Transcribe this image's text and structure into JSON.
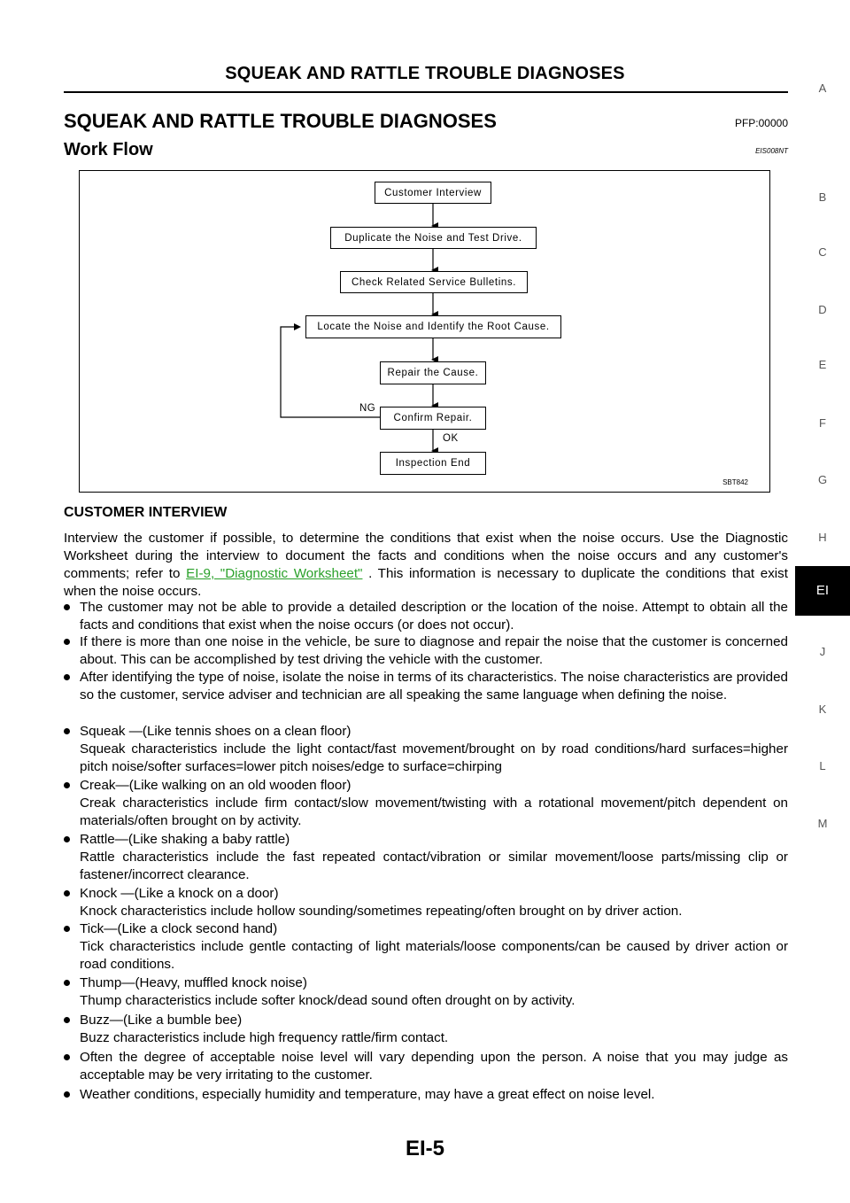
{
  "header": {
    "running_title": "SQUEAK AND RATTLE TROUBLE DIAGNOSES"
  },
  "section": {
    "title": "SQUEAK AND RATTLE TROUBLE DIAGNOSES",
    "code": "PFP:00000"
  },
  "subsection": {
    "title": "Work Flow",
    "code": "EIS008NT"
  },
  "flowchart": {
    "steps": [
      "Customer Interview",
      "Duplicate the Noise and Test Drive.",
      "Check Related Service Bulletins.",
      "Locate the Noise and Identify the Root Cause.",
      "Repair the Cause.",
      "Confirm Repair.",
      "Inspection End"
    ],
    "ng_label": "NG",
    "ok_label": "OK",
    "figure_code": "SBT842"
  },
  "customer_interview": {
    "heading": "CUSTOMER INTERVIEW",
    "intro_before_link": "Interview the customer if possible, to determine the conditions that exist when the noise occurs. Use the Diagnostic Worksheet during the interview to document the facts and conditions when the noise occurs and any customer's comments; refer to",
    "link_text": "EI-9, \"Diagnostic Worksheet\"",
    "intro_after_link": ". This information is necessary to duplicate the conditions that exist when the noise occurs.",
    "bullets": [
      {
        "lines": [
          "The customer may not be able to provide a detailed description or the location of the noise. Attempt to obtain all the facts and conditions that exist when the noise occurs (or does not occur)."
        ]
      },
      {
        "lines": [
          "If there is more than one noise in the vehicle, be sure to diagnose and repair the noise that the customer is concerned about. This can be accomplished by test driving the vehicle with the customer."
        ]
      },
      {
        "lines": [
          "After identifying the type of noise, isolate the noise in terms of its characteristics. The noise characteristics are provided so the customer, service adviser and technician are all speaking the same language when defining the noise."
        ]
      },
      {
        "lines": [
          "Squeak —(Like tennis shoes on a clean floor)",
          "Squeak characteristics include the light contact/fast movement/brought on by road conditions/hard surfaces=higher pitch noise/softer surfaces=lower pitch noises/edge to surface=chirping"
        ]
      },
      {
        "lines": [
          "Creak—(Like walking on an old wooden floor)",
          "Creak characteristics include firm contact/slow movement/twisting with a rotational movement/pitch dependent on materials/often brought on by activity."
        ]
      },
      {
        "lines": [
          "Rattle—(Like shaking a baby rattle)",
          "Rattle characteristics include the fast repeated contact/vibration or similar movement/loose parts/missing clip or fastener/incorrect clearance."
        ]
      },
      {
        "lines": [
          "Knock —(Like a knock on a door)",
          "Knock characteristics include hollow sounding/sometimes repeating/often brought on by driver action."
        ]
      },
      {
        "lines": [
          "Tick—(Like a clock second hand)",
          "Tick characteristics include gentle contacting of light materials/loose components/can be caused by driver action or road conditions."
        ]
      },
      {
        "lines": [
          "Thump—(Heavy, muffled knock noise)",
          "Thump characteristics include softer knock/dead sound often drought on by activity."
        ]
      },
      {
        "lines": [
          "Buzz—(Like a bumble bee)",
          "Buzz characteristics include high frequency rattle/firm contact."
        ]
      },
      {
        "lines": [
          "Often the degree of acceptable noise level will vary depending upon the person. A noise that you may judge as acceptable may be very irritating to the customer."
        ]
      },
      {
        "lines": [
          "Weather conditions, especially humidity and temperature, may have a great effect on noise level."
        ]
      }
    ]
  },
  "side_tabs": [
    "A",
    "B",
    "C",
    "D",
    "E",
    "F",
    "G",
    "H",
    "EI",
    "J",
    "K",
    "L",
    "M"
  ],
  "active_tab": "EI",
  "footer": {
    "page_number": "EI-5"
  }
}
